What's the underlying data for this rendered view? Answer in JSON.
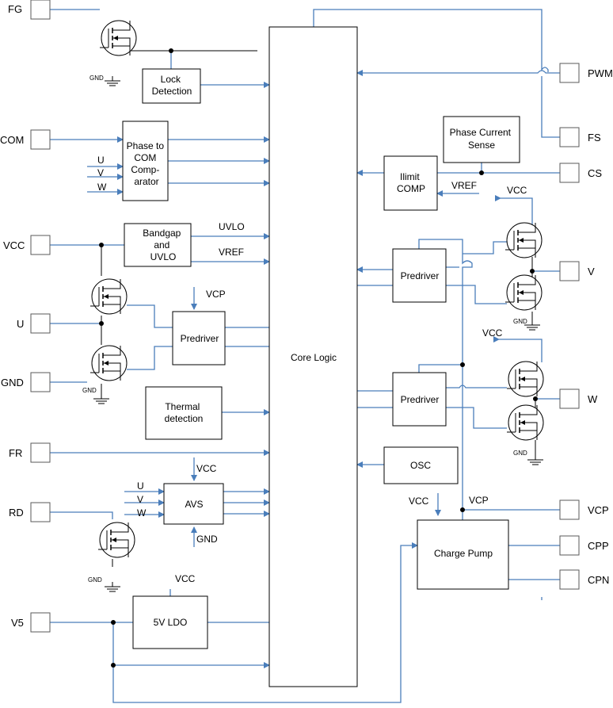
{
  "diagram": {
    "pins": {
      "fg": "FG",
      "com": "COM",
      "vcc": "VCC",
      "u": "U",
      "gnd": "GND",
      "fr": "FR",
      "rd": "RD",
      "v5": "V5",
      "pwm": "PWM",
      "fs": "FS",
      "cs": "CS",
      "v": "V",
      "w": "W",
      "vcp": "VCP",
      "cpp": "CPP",
      "cpn": "CPN"
    },
    "blocks": {
      "core_logic": "Core Logic",
      "lock_detection": [
        "Lock",
        "Detection"
      ],
      "phase_comp": [
        "Phase to",
        "COM",
        "Comp-",
        "arator"
      ],
      "bandgap": [
        "Bandgap",
        "and",
        "UVLO"
      ],
      "predriver": "Predriver",
      "thermal": [
        "Thermal",
        "detection"
      ],
      "avs": "AVS",
      "ldo": "5V LDO",
      "phase_current": [
        "Phase Current",
        "Sense"
      ],
      "ilimit": [
        "Ilimit",
        "COMP"
      ],
      "osc": "OSC",
      "charge_pump": "Charge Pump"
    },
    "labels": {
      "u": "U",
      "v": "V",
      "w": "W",
      "uvlo": "UVLO",
      "vref": "VREF",
      "vcp": "VCP",
      "vcc": "VCC",
      "gnd": "GND",
      "gnd_small": "GND"
    }
  }
}
